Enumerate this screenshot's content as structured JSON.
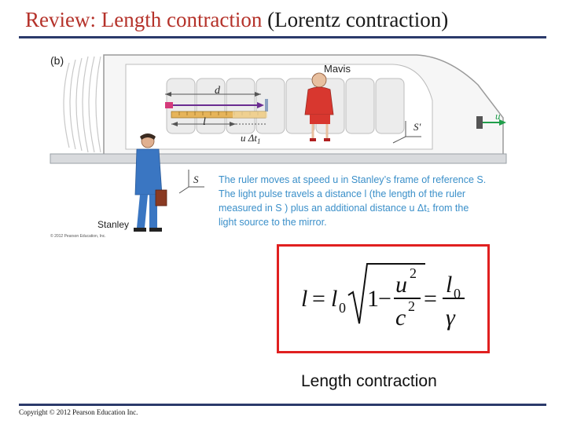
{
  "title": {
    "part1": "Review: Length contraction",
    "part2": "(Lorentz contraction)"
  },
  "figure": {
    "panel_label": "(b)",
    "mavis": "Mavis",
    "stanley": "Stanley",
    "frame_s_prime": "S'",
    "frame_s": "S",
    "label_d": "d",
    "label_l": "l",
    "label_u_dt1": "u Δt",
    "label_u_dt1_sub": "1",
    "label_u": "u",
    "fig_copyright": "© 2012 Pearson Education, Inc.",
    "caption_lines": [
      "The ruler moves at speed u in Stanley’s frame of reference S.",
      "The light pulse travels a distance l (the length of the ruler",
      "measured in S ) plus an additional distance u Δt₁ from the",
      "light source to the mirror."
    ]
  },
  "formula": {
    "l": "l",
    "eq1": "=",
    "l0": "l",
    "l0_sub": "0",
    "one": "1",
    "minus": "−",
    "u2": "u",
    "u2_sup": "2",
    "c2": "c",
    "c2_sup": "2",
    "eq2": "=",
    "frac_l0": "l",
    "frac_l0_sub": "0",
    "gamma": "γ"
  },
  "label": "Length contraction",
  "copyright": "Copyright © 2012 Pearson Education Inc.",
  "colors": {
    "title_red": "#b5322a",
    "rule_navy": "#2b3a6b",
    "caption_blue": "#3a8fc9",
    "box_red": "#e02020",
    "arrow_green": "#1f9e4a",
    "arrow_purple": "#6a2c91"
  }
}
